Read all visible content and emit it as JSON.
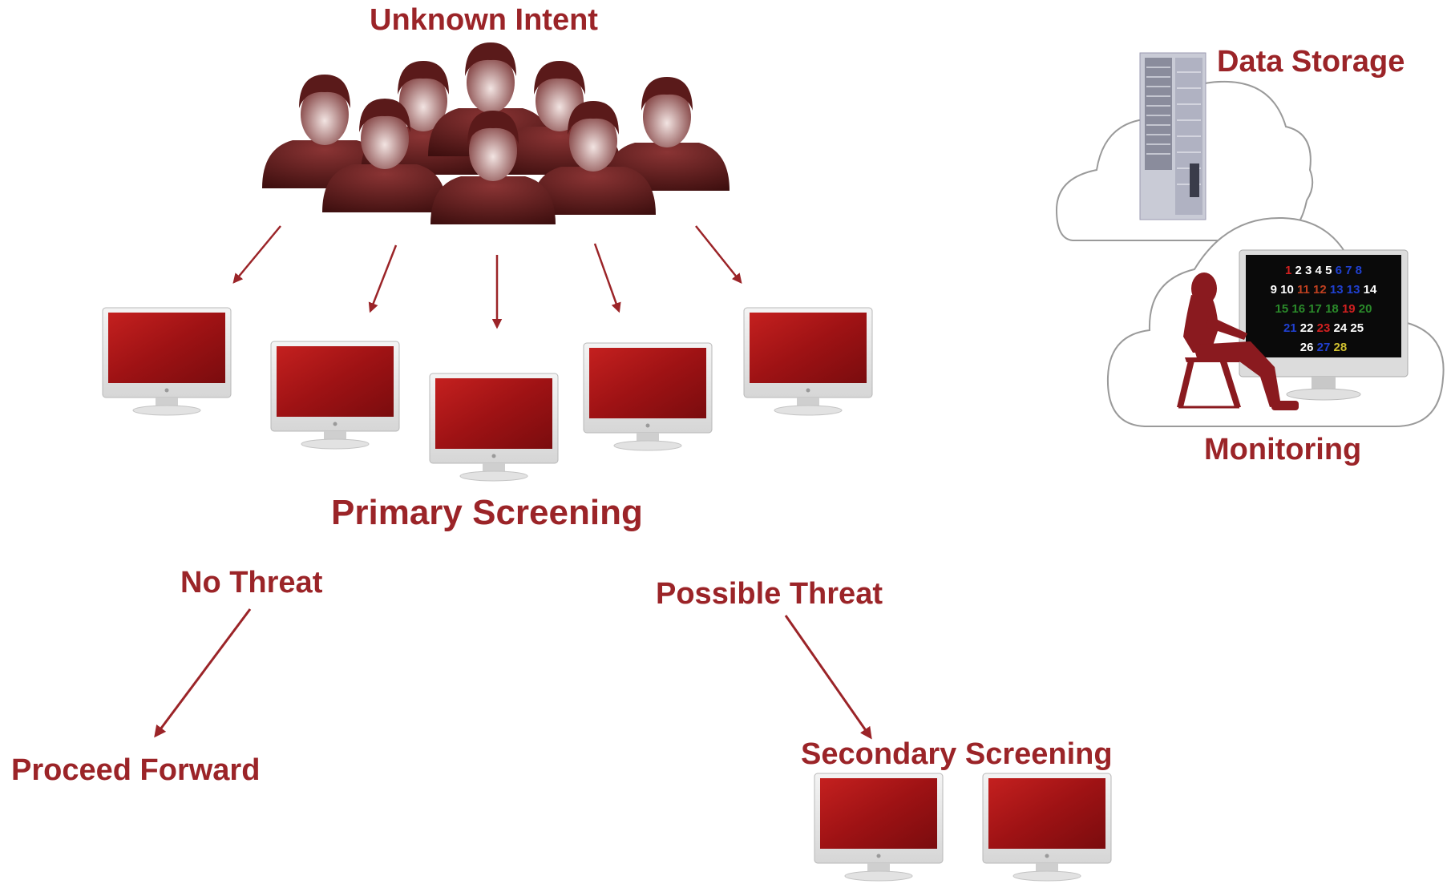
{
  "labels": {
    "unknown_intent": "Unknown Intent",
    "data_storage": "Data Storage",
    "monitoring": "Monitoring",
    "primary_screening": "Primary Screening",
    "no_threat": "No Threat",
    "possible_threat": "Possible Threat",
    "proceed_forward": "Proceed Forward",
    "secondary_screening": "Secondary Screening"
  },
  "monitor_screen_numbers": [
    [
      "1",
      "2",
      "3",
      "4",
      "5",
      "6",
      "7",
      "8"
    ],
    [
      "9",
      "10",
      "11",
      "12",
      "13",
      "13",
      "14"
    ],
    [
      "15",
      "16",
      "17",
      "18",
      "19",
      "20"
    ],
    [
      "21",
      "22",
      "23",
      "24",
      "25"
    ],
    [
      "26",
      "27",
      "28"
    ]
  ],
  "colors": {
    "accent": "#9b2428",
    "figure": "#5a1a1a",
    "screen": "#a8161b",
    "cloud_stroke": "#9a9a9a"
  },
  "icons": {
    "crowd": "people-crowd-icon",
    "terminal": "computer-monitor-icon",
    "server": "server-tower-icon",
    "operator": "seated-person-icon",
    "cloud": "cloud-icon"
  }
}
